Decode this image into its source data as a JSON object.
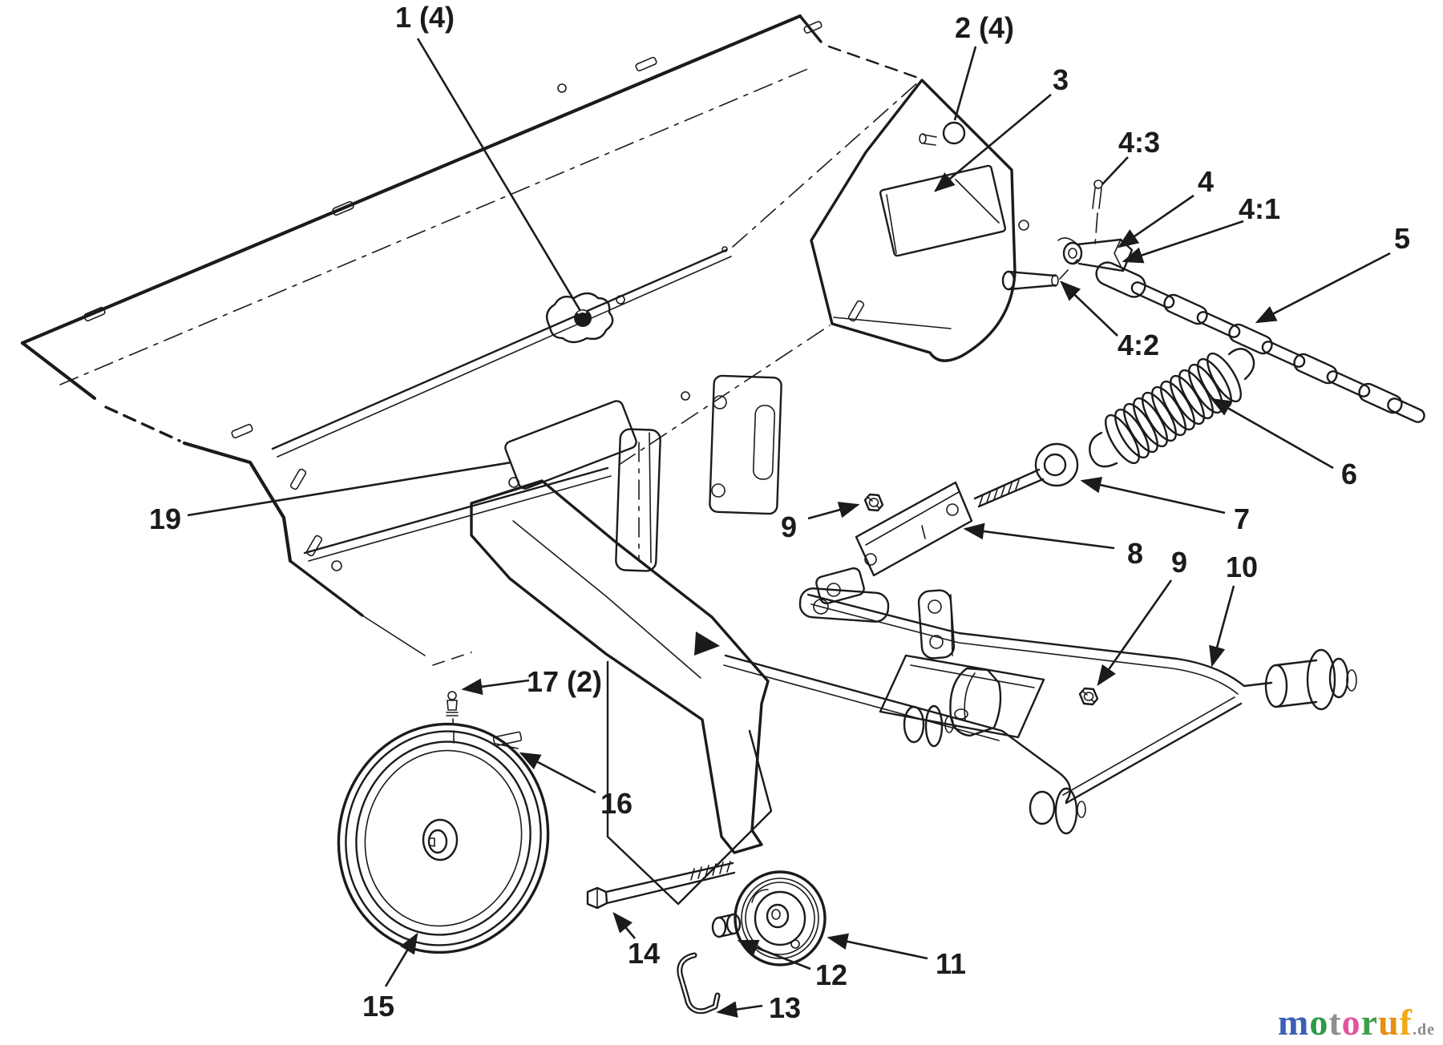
{
  "colors": {
    "background": "#ffffff",
    "ink": "#1b1b1b"
  },
  "callouts": [
    {
      "id": "1",
      "label": "1 (4)"
    },
    {
      "id": "2",
      "label": "2 (4)"
    },
    {
      "id": "3",
      "label": "3"
    },
    {
      "id": "4-3",
      "label": "4:3"
    },
    {
      "id": "4",
      "label": "4"
    },
    {
      "id": "4-1",
      "label": "4:1"
    },
    {
      "id": "5",
      "label": "5"
    },
    {
      "id": "4-2",
      "label": "4:2"
    },
    {
      "id": "6",
      "label": "6"
    },
    {
      "id": "7",
      "label": "7"
    },
    {
      "id": "8",
      "label": "8"
    },
    {
      "id": "9a",
      "label": "9"
    },
    {
      "id": "9b",
      "label": "9"
    },
    {
      "id": "10",
      "label": "10"
    },
    {
      "id": "11",
      "label": "11"
    },
    {
      "id": "12",
      "label": "12"
    },
    {
      "id": "13",
      "label": "13"
    },
    {
      "id": "14",
      "label": "14"
    },
    {
      "id": "15",
      "label": "15"
    },
    {
      "id": "16",
      "label": "16"
    },
    {
      "id": "17",
      "label": "17 (2)"
    },
    {
      "id": "19",
      "label": "19"
    }
  ],
  "watermark": {
    "letters": [
      {
        "ch": "m",
        "color": "#3c5eb5"
      },
      {
        "ch": "o",
        "color": "#2e9b45"
      },
      {
        "ch": "t",
        "color": "#8f8f8f"
      },
      {
        "ch": "o",
        "color": "#e0559f"
      },
      {
        "ch": "r",
        "color": "#3f9e4d"
      },
      {
        "ch": "u",
        "color": "#e59010"
      },
      {
        "ch": "f",
        "color": "#f3a818"
      }
    ],
    "suffix": ".de",
    "suffix_color": "#8a8a8a"
  }
}
